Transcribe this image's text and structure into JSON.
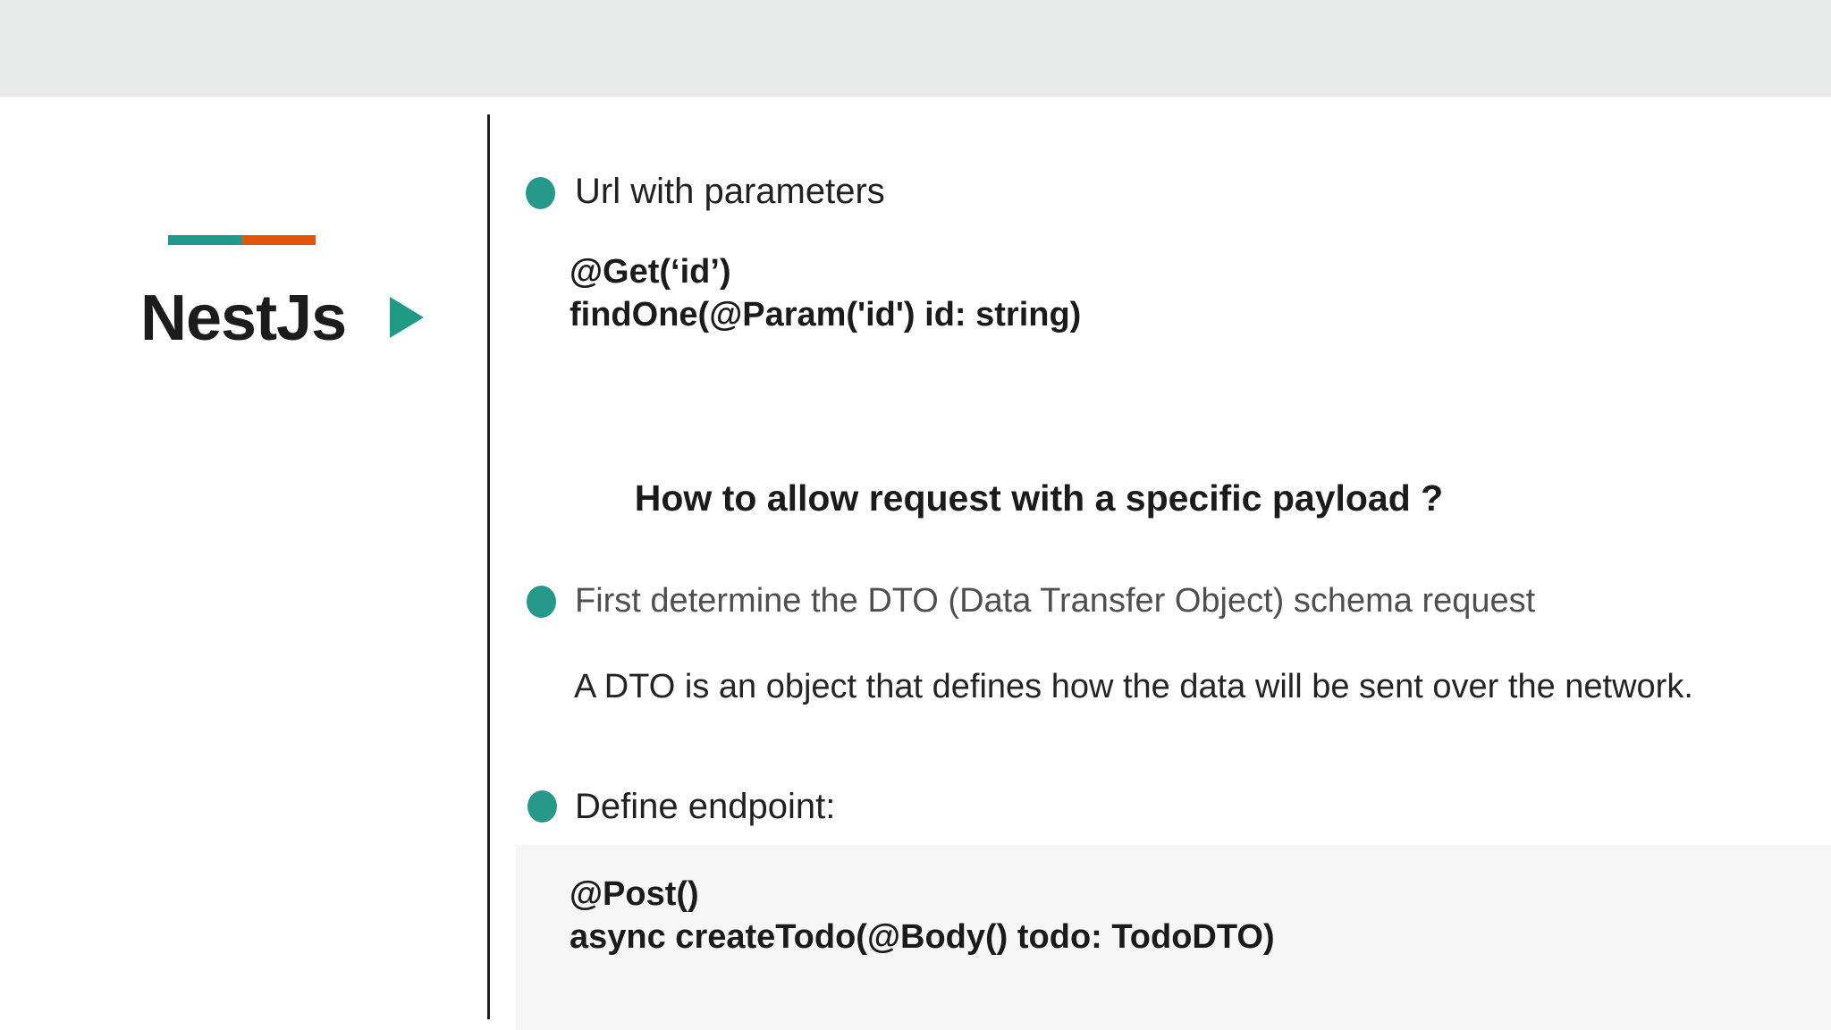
{
  "slide": {
    "logo": {
      "title": "NestJs",
      "bar_colors": {
        "left": "#1f9a8a",
        "right": "#e2550a"
      },
      "triangle_icon_color": "#1f9a85"
    },
    "colors": {
      "top_band": "#e8ebe9",
      "divider": "#1f1f1f",
      "bullet_teal": "#27998a",
      "text_dark": "#1d1d1d",
      "text_gray": "#4f4f4f",
      "code_box_bg": "#f6f6f6"
    },
    "content": {
      "bullet_1": {
        "label": "Url with parameters"
      },
      "code_block_1": {
        "lines": [
          "@Get(‘id’)",
          "findOne(@Param('id') id: string)"
        ]
      },
      "question": "How to allow request with a specific payload ?",
      "bullet_2": {
        "label": "First determine the DTO (Data Transfer Object) schema request"
      },
      "paragraph": "A DTO is an object that defines how the data will be sent over the network.",
      "bullet_3": {
        "label": "Define endpoint:"
      },
      "code_block_2": {
        "lines": [
          "@Post()",
          "async createTodo(@Body() todo: TodoDTO)"
        ]
      }
    }
  }
}
